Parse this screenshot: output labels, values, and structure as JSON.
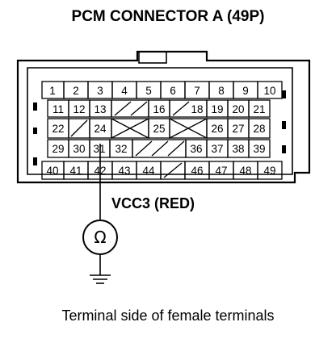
{
  "title": "PCM CONNECTOR A (49P)",
  "caption": "Terminal side of female terminals",
  "probe_label": "VCC3 (RED)",
  "meter_symbol": "Ω",
  "probe_terminal": "42",
  "terminals": {
    "row1": [
      "1",
      "2",
      "3",
      "4",
      "5",
      "6",
      "7",
      "8",
      "9",
      "10"
    ],
    "row2": [
      "11",
      "12",
      "13",
      "16",
      "18",
      "19",
      "20",
      "21"
    ],
    "row3": [
      "22",
      "24",
      "25",
      "26",
      "27",
      "28"
    ],
    "row4": [
      "29",
      "30",
      "31",
      "32",
      "36",
      "37",
      "38",
      "39"
    ],
    "row5": [
      "40",
      "41",
      "42",
      "43",
      "44",
      "46",
      "47",
      "48",
      "49"
    ]
  }
}
